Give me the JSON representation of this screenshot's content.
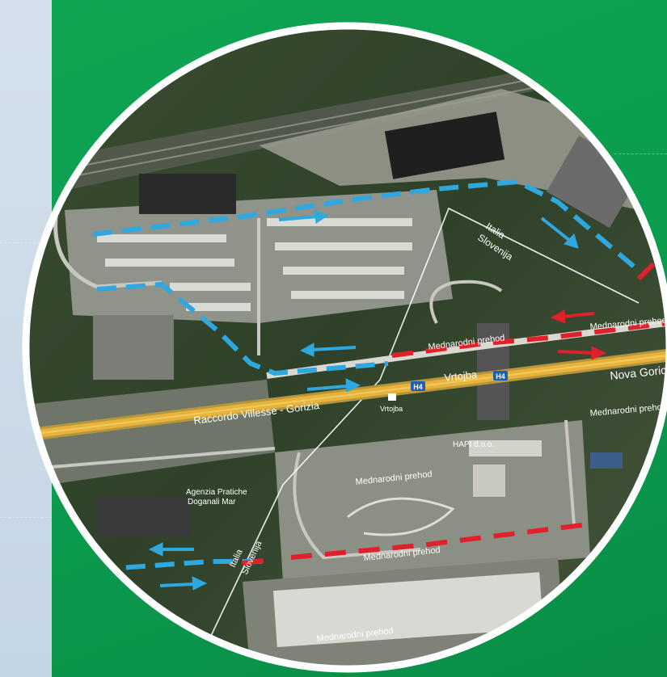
{
  "labels": {
    "border_diagonal": [
      "Italia",
      "Slovenija"
    ],
    "border_bottom": [
      "Italia",
      "Slovenija"
    ],
    "mp_top": "Mednarodni prehod",
    "mp_top_right": "Mednarodni prehod",
    "mp_middle_right": "Mednarodni prehod",
    "mp_center": "Mednarodni prehod",
    "mp_lower": "Mednarodni prehod",
    "mp_bottom": "Mednarodni prehod",
    "vrtojba": "Vrtojba",
    "vrtojba_small": "Vrtojba",
    "h4_a": "H4",
    "h4_b": "H4",
    "nova_gorica": "Nova Gorica",
    "raccordo": "Raccordo Villesse - Gorizia",
    "hapi": "HAPI d.o.o.",
    "agenzia_line1": "Agenzia Pratiche",
    "agenzia_line2": "Doganali Mar"
  },
  "colors": {
    "green_bg": "#0ea553",
    "left_panel": "#c9d8e6",
    "route_blue": "#2fa8e0",
    "route_red": "#e0202a",
    "road_yellow": "#e8b33a",
    "frame_white": "#ffffff"
  }
}
